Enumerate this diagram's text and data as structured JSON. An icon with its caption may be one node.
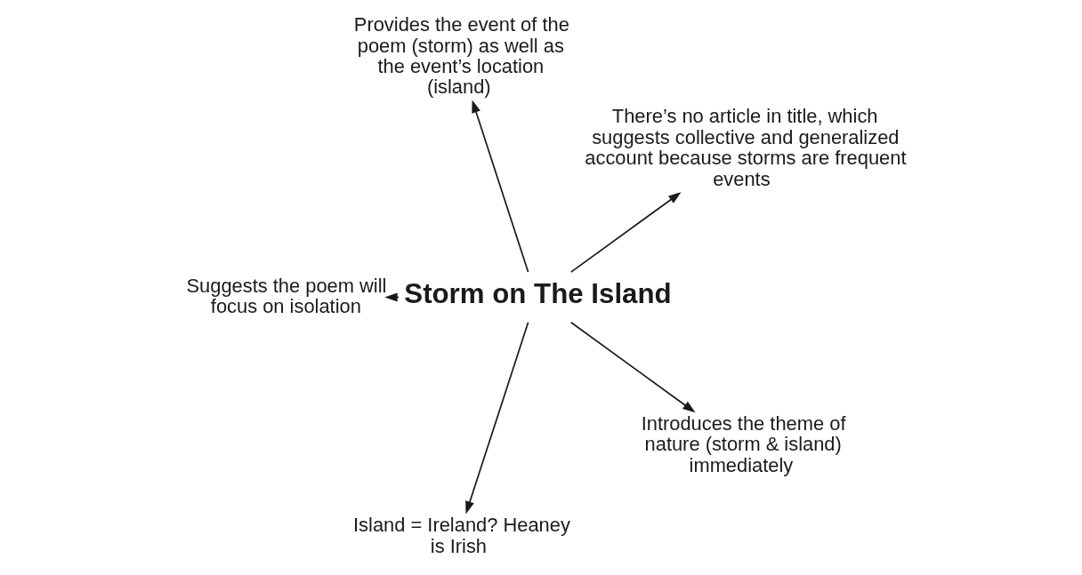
{
  "diagram": {
    "nodes": [
      {
        "text": [
          "Provides the event of the poem (storm) as well as the event’s location (island)"
        ]
      },
      {
        "text": [
          "There’s no article in title, which suggests collective and generalized account because storms are frequent events"
        ]
      },
      {
        "text": [
          "Suggests the poem will focus on isolation"
        ]
      },
      {
        "text": [
          "Storm on The Island"
        ]
      },
      {
        "text": [
          "Introduces the theme of nature (storm & island) immediately"
        ]
      },
      {
        "text": [
          "Island = Ireland? Heaney is Irish"
        ]
      }
    ],
    "edges": [
      {
        "from": 3,
        "to": 0,
        "arrow": "to"
      },
      {
        "from": 3,
        "to": 1,
        "arrow": "to"
      },
      {
        "from": 3,
        "to": 4,
        "arrow": "to"
      },
      {
        "from": 3,
        "to": 5,
        "arrow": "to"
      },
      {
        "from": 3,
        "to": 2,
        "arrow": "to"
      }
    ]
  }
}
